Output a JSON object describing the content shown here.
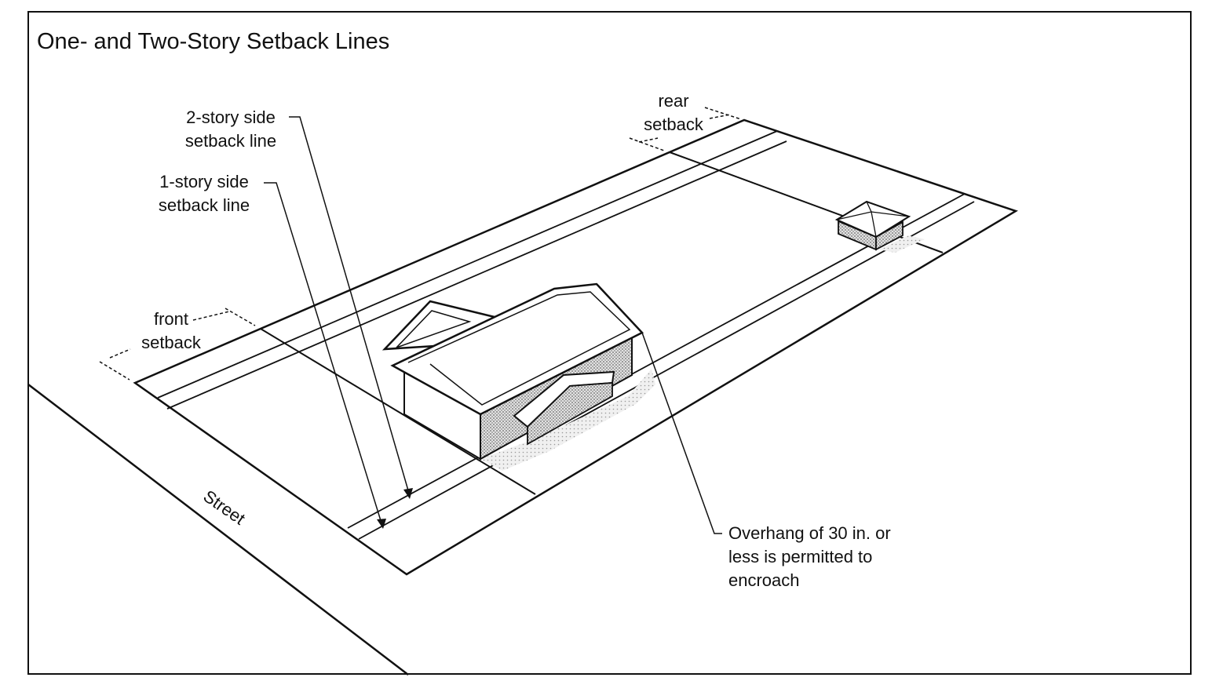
{
  "title": "One- and Two-Story Setback Lines",
  "labels": {
    "two_story_line1": "2-story side",
    "two_story_line2": "setback line",
    "one_story_line1": "1-story side",
    "one_story_line2": "setback line",
    "front_line1": "front",
    "front_line2": "setback",
    "rear_line1": "rear",
    "rear_line2": "setback",
    "street": "Street",
    "overhang_line1": "Overhang of 30 in. or",
    "overhang_line2": "less is permitted to",
    "overhang_line3": "encroach"
  },
  "colors": {
    "line": "#111111",
    "shade": "#b5b5b5",
    "shadow": "#cfcfcf"
  }
}
